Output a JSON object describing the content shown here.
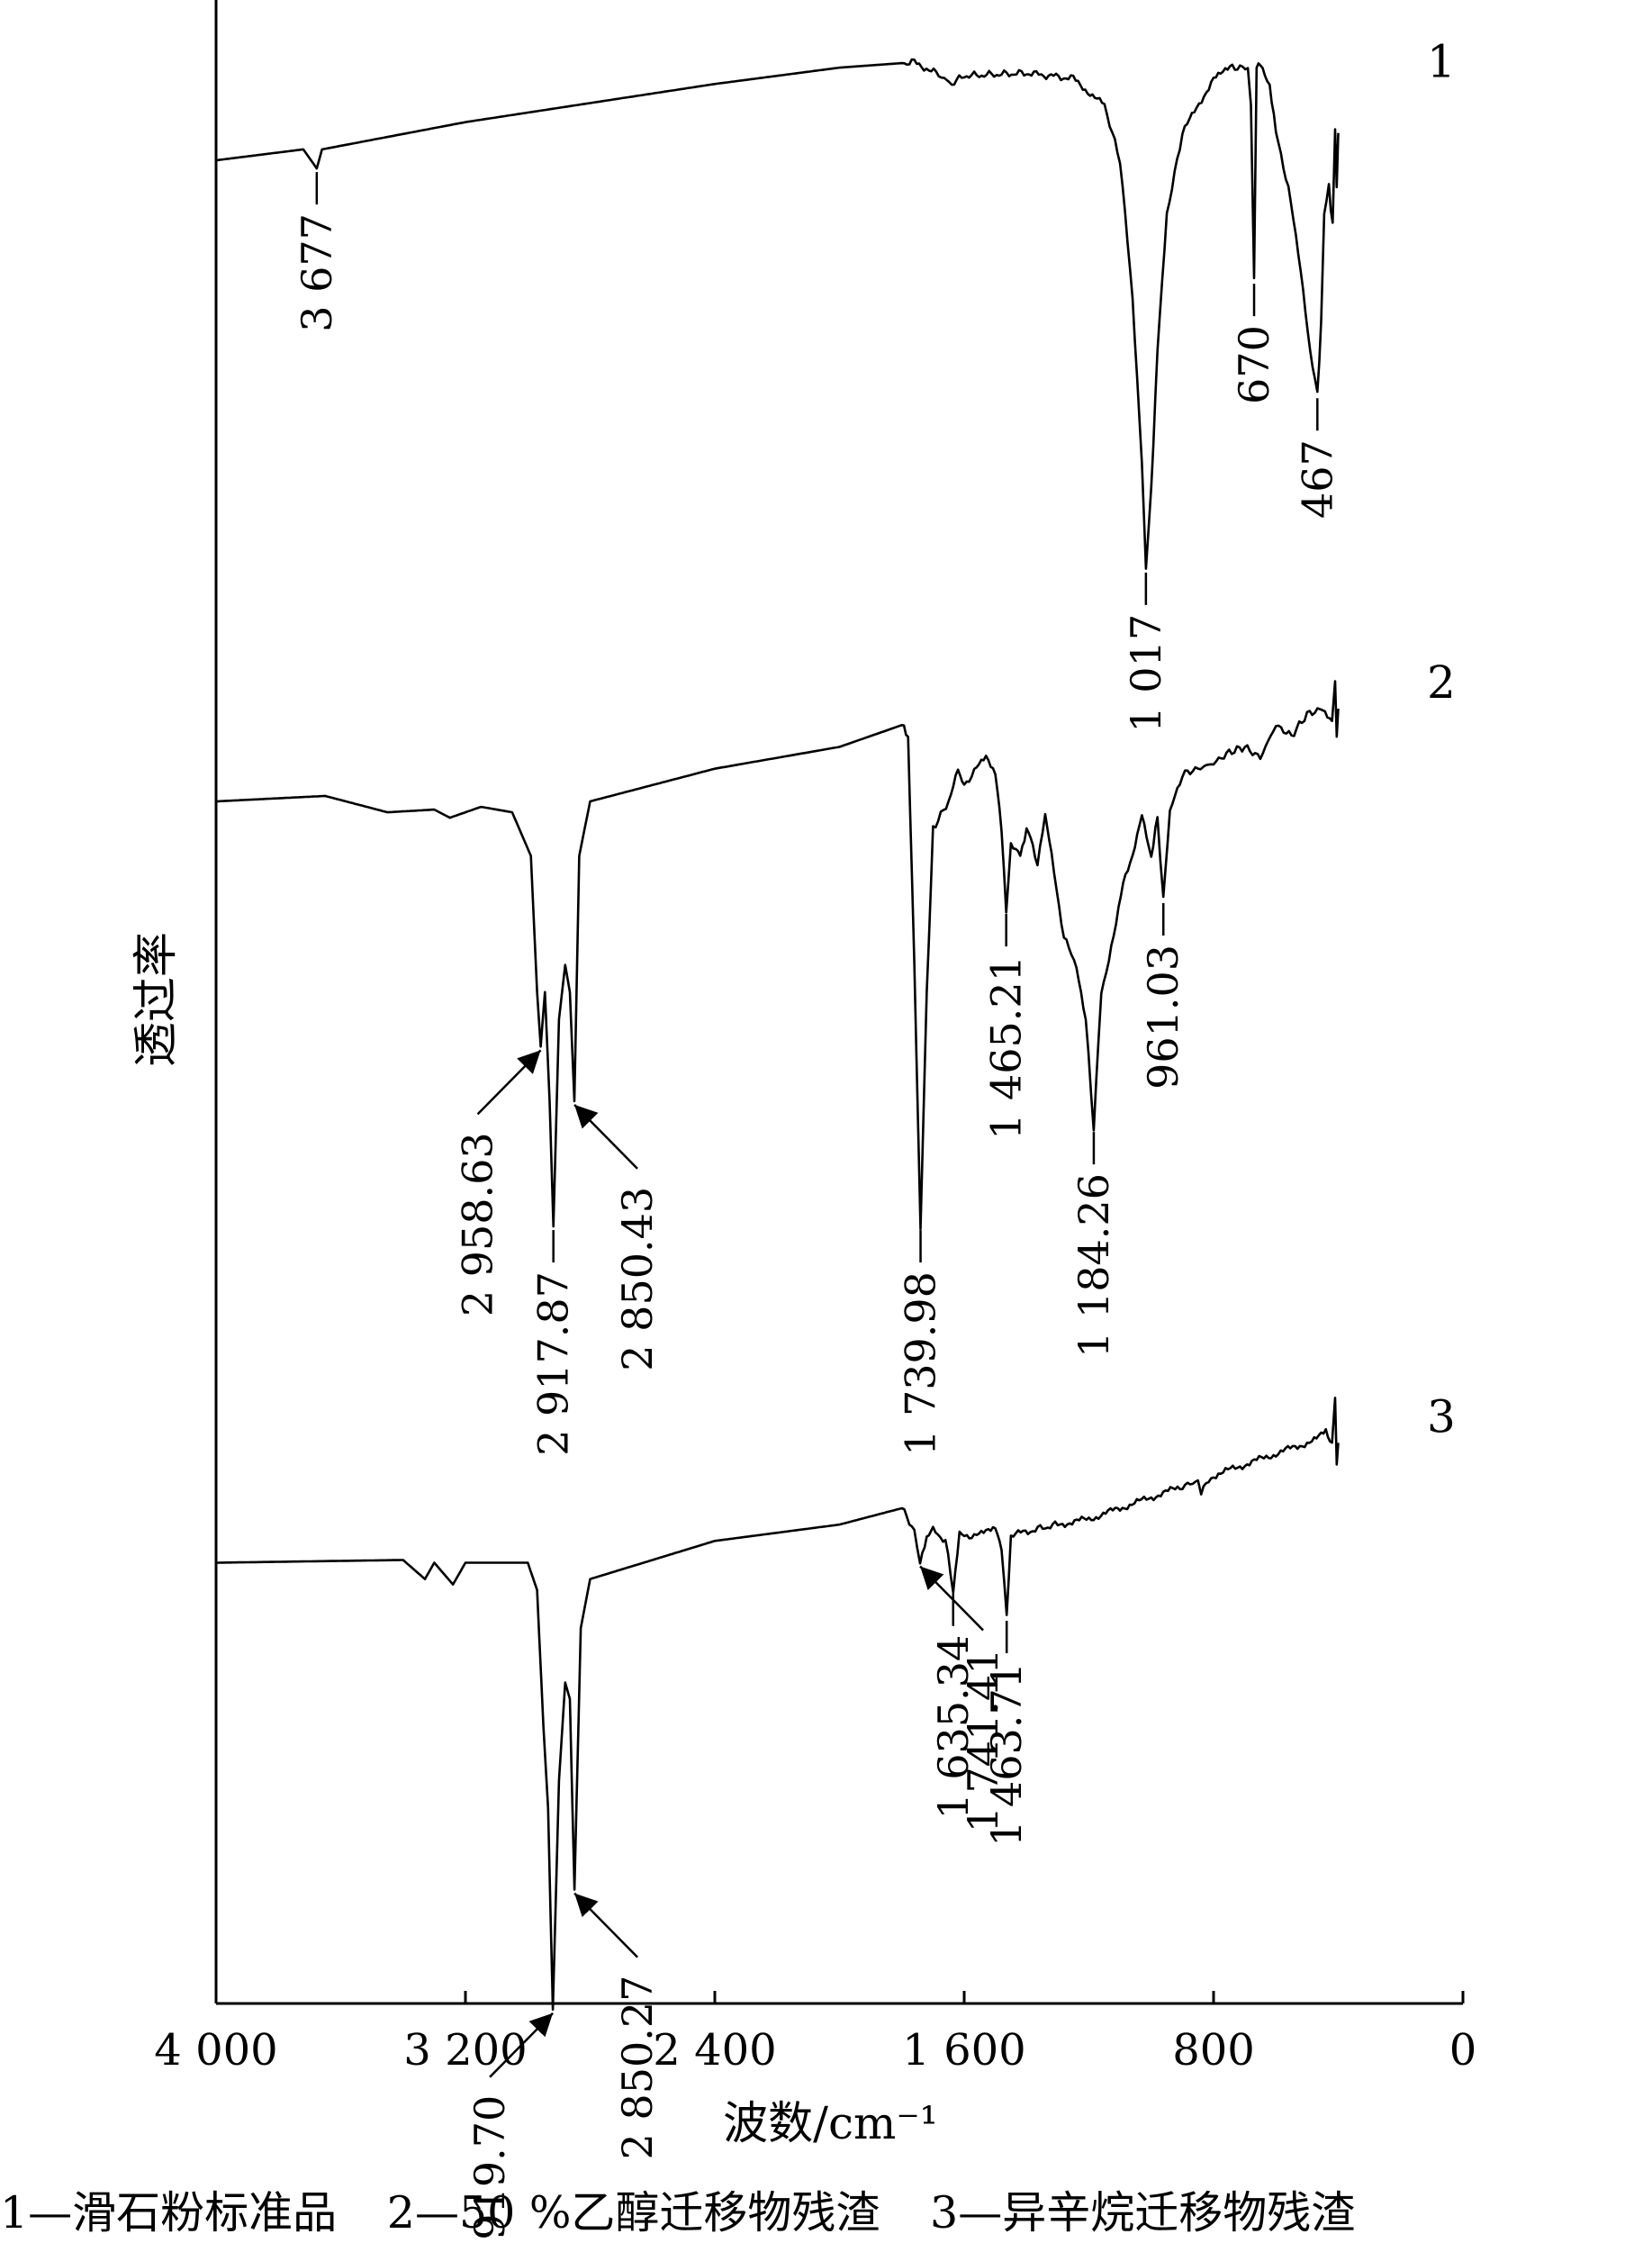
{
  "chart_data": {
    "type": "line",
    "title": "",
    "xlabel": "波数/cm⁻¹",
    "ylabel": "透过率",
    "xlim": [
      4000,
      0
    ],
    "x_reversed": true,
    "x_ticks": [
      {
        "value": 4000,
        "label": "4 000"
      },
      {
        "value": 3200,
        "label": "3 200"
      },
      {
        "value": 2400,
        "label": "2 400"
      },
      {
        "value": 1600,
        "label": "1 600"
      },
      {
        "value": 800,
        "label": "800"
      },
      {
        "value": 0,
        "label": "0"
      }
    ],
    "grid": false,
    "series": [
      {
        "name": "1",
        "base_offset": 0.92,
        "points": [
          [
            4000,
            0.0
          ],
          [
            3720,
            0.02
          ],
          [
            3677,
            -0.015
          ],
          [
            3660,
            0.02
          ],
          [
            3200,
            0.07
          ],
          [
            2400,
            0.14
          ],
          [
            2000,
            0.17
          ],
          [
            1760,
            0.18
          ],
          [
            1690,
            0.16
          ],
          [
            1640,
            0.14
          ],
          [
            1600,
            0.155
          ],
          [
            1400,
            0.16
          ],
          [
            1250,
            0.15
          ],
          [
            1150,
            0.1
          ],
          [
            1100,
            0.0
          ],
          [
            1060,
            -0.25
          ],
          [
            1030,
            -0.55
          ],
          [
            1017,
            -0.75
          ],
          [
            1000,
            -0.6
          ],
          [
            980,
            -0.35
          ],
          [
            950,
            -0.1
          ],
          [
            900,
            0.05
          ],
          [
            800,
            0.15
          ],
          [
            740,
            0.17
          ],
          [
            690,
            0.17
          ],
          [
            680,
            0.1
          ],
          [
            670,
            -0.22
          ],
          [
            662,
            0.17
          ],
          [
            650,
            0.18
          ],
          [
            620,
            0.14
          ],
          [
            600,
            0.05
          ],
          [
            560,
            -0.05
          ],
          [
            520,
            -0.2
          ],
          [
            490,
            -0.35
          ],
          [
            467,
            -0.43
          ],
          [
            455,
            -0.3
          ],
          [
            445,
            -0.1
          ],
          [
            430,
            -0.05
          ],
          [
            418,
            -0.12
          ],
          [
            410,
            0.06
          ],
          [
            405,
            -0.05
          ],
          [
            400,
            0.05
          ]
        ]
      },
      {
        "name": "2",
        "base_offset": 0.6,
        "points": [
          [
            4000,
            0.0
          ],
          [
            3650,
            0.01
          ],
          [
            3450,
            -0.02
          ],
          [
            3300,
            -0.015
          ],
          [
            3250,
            -0.03
          ],
          [
            3150,
            -0.01
          ],
          [
            3050,
            -0.02
          ],
          [
            2990,
            -0.1
          ],
          [
            2970,
            -0.35
          ],
          [
            2958.63,
            -0.45
          ],
          [
            2945,
            -0.35
          ],
          [
            2930,
            -0.55
          ],
          [
            2917.87,
            -0.78
          ],
          [
            2900,
            -0.4
          ],
          [
            2880,
            -0.3
          ],
          [
            2865,
            -0.35
          ],
          [
            2850.43,
            -0.55
          ],
          [
            2835,
            -0.1
          ],
          [
            2800,
            0.0
          ],
          [
            2400,
            0.06
          ],
          [
            2000,
            0.1
          ],
          [
            1800,
            0.14
          ],
          [
            1780,
            0.12
          ],
          [
            1760,
            -0.3
          ],
          [
            1739.98,
            -0.78
          ],
          [
            1720,
            -0.35
          ],
          [
            1700,
            -0.05
          ],
          [
            1650,
            0.0
          ],
          [
            1620,
            0.06
          ],
          [
            1600,
            0.03
          ],
          [
            1560,
            0.06
          ],
          [
            1530,
            0.08
          ],
          [
            1500,
            0.05
          ],
          [
            1480,
            -0.05
          ],
          [
            1465.21,
            -0.2
          ],
          [
            1450,
            -0.08
          ],
          [
            1420,
            -0.1
          ],
          [
            1400,
            -0.05
          ],
          [
            1380,
            -0.08
          ],
          [
            1365,
            -0.12
          ],
          [
            1340,
            -0.02
          ],
          [
            1320,
            -0.1
          ],
          [
            1280,
            -0.25
          ],
          [
            1240,
            -0.3
          ],
          [
            1210,
            -0.4
          ],
          [
            1184.26,
            -0.6
          ],
          [
            1160,
            -0.35
          ],
          [
            1120,
            -0.25
          ],
          [
            1090,
            -0.15
          ],
          [
            1060,
            -0.1
          ],
          [
            1030,
            -0.02
          ],
          [
            1000,
            -0.1
          ],
          [
            980,
            -0.03
          ],
          [
            961.03,
            -0.18
          ],
          [
            940,
            -0.02
          ],
          [
            900,
            0.05
          ],
          [
            850,
            0.06
          ],
          [
            800,
            0.07
          ],
          [
            750,
            0.09
          ],
          [
            700,
            0.1
          ],
          [
            650,
            0.08
          ],
          [
            600,
            0.14
          ],
          [
            550,
            0.12
          ],
          [
            500,
            0.16
          ],
          [
            450,
            0.17
          ],
          [
            420,
            0.15
          ],
          [
            410,
            0.22
          ],
          [
            405,
            0.12
          ],
          [
            400,
            0.17
          ]
        ]
      },
      {
        "name": "3",
        "base_offset": 0.22,
        "points": [
          [
            4000,
            0.0
          ],
          [
            3400,
            0.005
          ],
          [
            3330,
            -0.03
          ],
          [
            3300,
            0.0
          ],
          [
            3240,
            -0.04
          ],
          [
            3200,
            0.0
          ],
          [
            3000,
            0.0
          ],
          [
            2970,
            -0.05
          ],
          [
            2950,
            -0.3
          ],
          [
            2935,
            -0.45
          ],
          [
            2919.7,
            -0.82
          ],
          [
            2900,
            -0.4
          ],
          [
            2880,
            -0.22
          ],
          [
            2865,
            -0.25
          ],
          [
            2850.27,
            -0.6
          ],
          [
            2830,
            -0.12
          ],
          [
            2800,
            -0.03
          ],
          [
            2400,
            0.04
          ],
          [
            2000,
            0.07
          ],
          [
            1800,
            0.1
          ],
          [
            1760,
            0.06
          ],
          [
            1741.41,
            0.0
          ],
          [
            1720,
            0.05
          ],
          [
            1700,
            0.06
          ],
          [
            1660,
            0.04
          ],
          [
            1635.34,
            -0.05
          ],
          [
            1615,
            0.05
          ],
          [
            1560,
            0.05
          ],
          [
            1500,
            0.06
          ],
          [
            1480,
            0.03
          ],
          [
            1463.71,
            -0.1
          ],
          [
            1450,
            0.05
          ],
          [
            1380,
            0.06
          ],
          [
            1300,
            0.07
          ],
          [
            1200,
            0.08
          ],
          [
            1100,
            0.1
          ],
          [
            1000,
            0.12
          ],
          [
            900,
            0.14
          ],
          [
            850,
            0.15
          ],
          [
            840,
            0.13
          ],
          [
            800,
            0.16
          ],
          [
            700,
            0.18
          ],
          [
            600,
            0.2
          ],
          [
            500,
            0.22
          ],
          [
            440,
            0.24
          ],
          [
            420,
            0.22
          ],
          [
            410,
            0.3
          ],
          [
            405,
            0.18
          ],
          [
            400,
            0.22
          ]
        ]
      }
    ],
    "annotations": [
      {
        "series": "1",
        "x": 3677,
        "label": "3 677",
        "style": "tick"
      },
      {
        "series": "1",
        "x": 1017,
        "label": "1 017",
        "style": "tick"
      },
      {
        "series": "1",
        "x": 670,
        "label": "670",
        "style": "tick"
      },
      {
        "series": "1",
        "x": 467,
        "label": "467",
        "style": "tick"
      },
      {
        "series": "2",
        "x": 2958.63,
        "label": "2 958.63",
        "style": "arrow"
      },
      {
        "series": "2",
        "x": 2917.87,
        "label": "2 917.87",
        "style": "tick"
      },
      {
        "series": "2",
        "x": 2850.43,
        "label": "2 850.43",
        "style": "arrow"
      },
      {
        "series": "2",
        "x": 1739.98,
        "label": "1 739.98",
        "style": "tick"
      },
      {
        "series": "2",
        "x": 1465.21,
        "label": "1 465.21",
        "style": "tick"
      },
      {
        "series": "2",
        "x": 1184.26,
        "label": "1 184.26",
        "style": "tick"
      },
      {
        "series": "2",
        "x": 961.03,
        "label": "961.03",
        "style": "tick"
      },
      {
        "series": "3",
        "x": 2919.7,
        "label": "2 919.70",
        "style": "arrow"
      },
      {
        "series": "3",
        "x": 2850.27,
        "label": "2 850.27",
        "style": "arrow"
      },
      {
        "series": "3",
        "x": 1741.41,
        "label": "1 741.41",
        "style": "arrow"
      },
      {
        "series": "3",
        "x": 1635.34,
        "label": "1 635.34",
        "style": "tick"
      },
      {
        "series": "3",
        "x": 1463.71,
        "label": "1 463.71",
        "style": "tick"
      }
    ]
  },
  "legend": {
    "items": [
      "1—滑石粉标准品",
      "2—50 %乙醇迁移物残渣",
      "3—异辛烷迁移物残渣"
    ]
  }
}
